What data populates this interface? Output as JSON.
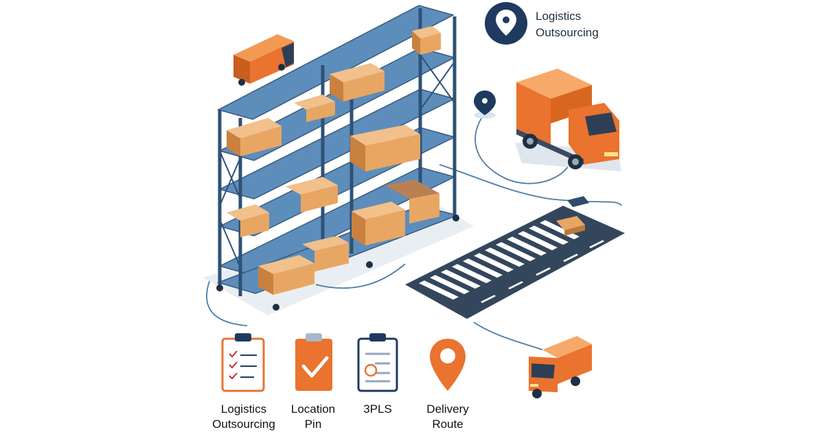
{
  "brand": {
    "line1": "Logistics",
    "line2": "Outsourcing",
    "icon": "location-pin-icon"
  },
  "icons": [
    {
      "name": "checklist-clipboard-icon",
      "label_line1": "Logistics",
      "label_line2": "Outsourcing"
    },
    {
      "name": "checkmark-clipboard-icon",
      "label_line1": "Location",
      "label_line2": "Pin"
    },
    {
      "name": "document-clipboard-icon",
      "label_line1": "3PLS",
      "label_line2": ""
    },
    {
      "name": "map-pin-icon",
      "label_line1": "Delivery",
      "label_line2": "Route"
    }
  ],
  "colors": {
    "navy": "#1e3a5f",
    "rack_blue": "#3f6b94",
    "shelf_blue": "#5d8dbb",
    "orange": "#e9732f",
    "box_tan": "#e8a663",
    "road": "#34465c"
  }
}
